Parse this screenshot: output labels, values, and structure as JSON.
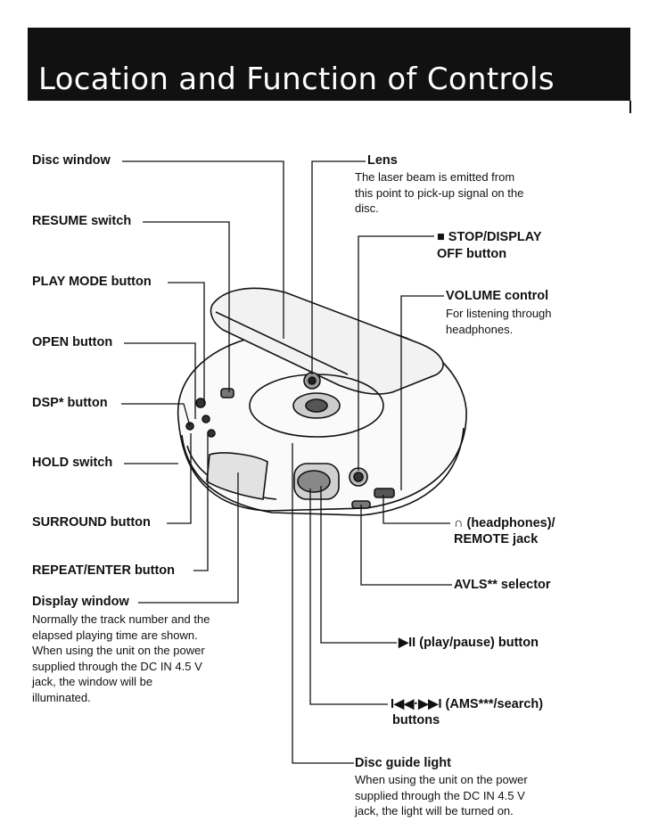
{
  "title": "Location and Function of Controls",
  "labels": {
    "disc_window": "Disc window",
    "resume_switch": "RESUME switch",
    "play_mode_button": "PLAY MODE button",
    "open_button": "OPEN button",
    "dsp_button": "DSP* button",
    "hold_switch": "HOLD switch",
    "surround_button": "SURROUND button",
    "repeat_enter_button": "REPEAT/ENTER button",
    "display_window": "Display window",
    "lens": "Lens",
    "stop_display": "■ STOP/DISPLAY",
    "stop_display_2": "OFF button",
    "volume_control": "VOLUME control",
    "headphones_jack": "∩ (headphones)/",
    "headphones_jack_2": "REMOTE jack",
    "avls_selector": "AVLS** selector",
    "play_pause": "▶II (play/pause) button",
    "ams_search": "I◀◀·▶▶I (AMS***/search)",
    "ams_search_2": "buttons",
    "disc_guide_light": "Disc guide light"
  },
  "descriptions": {
    "lens": [
      "The laser beam is emitted from",
      "this point to pick-up signal on the",
      "disc."
    ],
    "volume": [
      "For listening through",
      "headphones."
    ],
    "display_window": [
      "Normally the track number and the",
      "elapsed playing time are shown.",
      "When using the unit on the power",
      "supplied through the DC IN 4.5 V",
      "jack, the window will be",
      "illuminated."
    ],
    "disc_guide_light": [
      "When using the unit on the power",
      "supplied through the DC IN 4.5 V",
      "jack, the light will be turned on."
    ]
  }
}
